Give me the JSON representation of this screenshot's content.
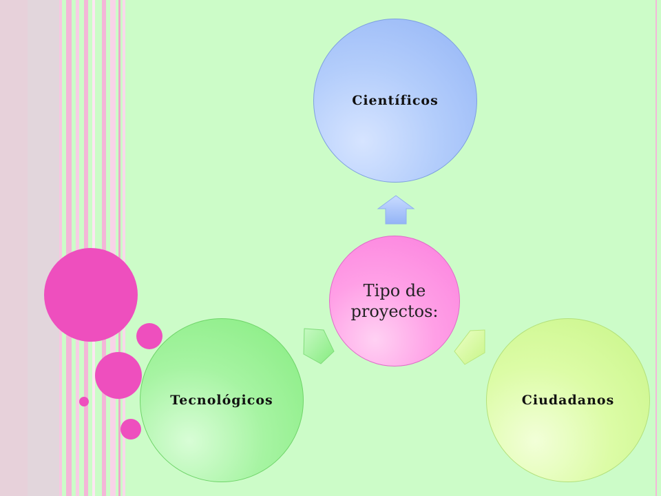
{
  "diagram": {
    "center": {
      "label": "Tipo de proyectos:"
    },
    "nodes": {
      "top": {
        "label": "Científicos"
      },
      "left": {
        "label": "Tecnológicos"
      },
      "right": {
        "label": "Ciudadanos"
      }
    }
  },
  "colors": {
    "background": "#ccfcc8",
    "center": "#fb7fde",
    "top": "#a4c0fa",
    "left": "#95f08f",
    "right": "#d2f995",
    "decor_pink": "#ee4fbe"
  }
}
